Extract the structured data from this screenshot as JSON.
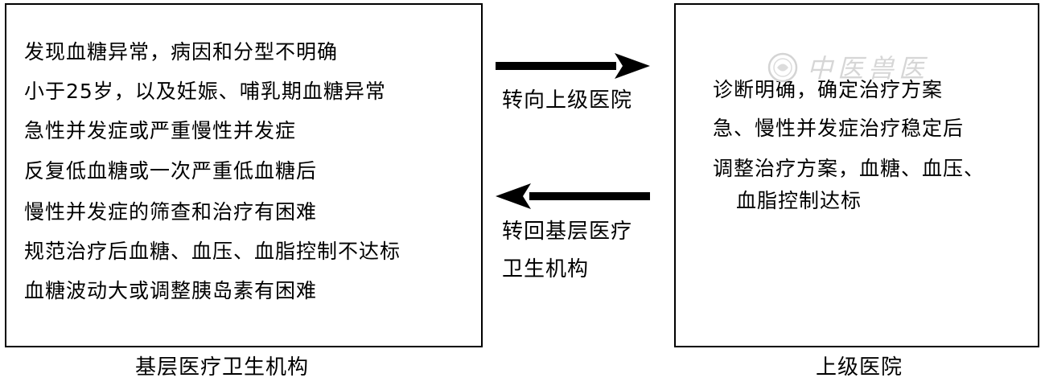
{
  "primary_care": {
    "caption": "基层医疗卫生机构",
    "items": [
      "发现血糖异常，病因和分型不明确",
      "小于25岁，以及妊娠、哺乳期血糖异常",
      "急性并发症或严重慢性并发症",
      "反复低血糖或一次严重低血糖后",
      "慢性并发症的筛查和治疗有困难",
      "规范治疗后血糖、血压、血脂控制不达标",
      "血糖波动大或调整胰岛素有困难"
    ]
  },
  "higher_hospital": {
    "caption": "上级医院",
    "items": [
      "诊断明确，确定治疗方案",
      "急、慢性并发症治疗稳定后",
      "调整治疗方案，血糖、血压、",
      "血脂控制达标"
    ]
  },
  "arrows": {
    "upward_label": "转向上级医院",
    "downward_label_line1": "转回基层医疗",
    "downward_label_line2": "卫生机构"
  },
  "watermark": {
    "text": "中医兽医"
  }
}
